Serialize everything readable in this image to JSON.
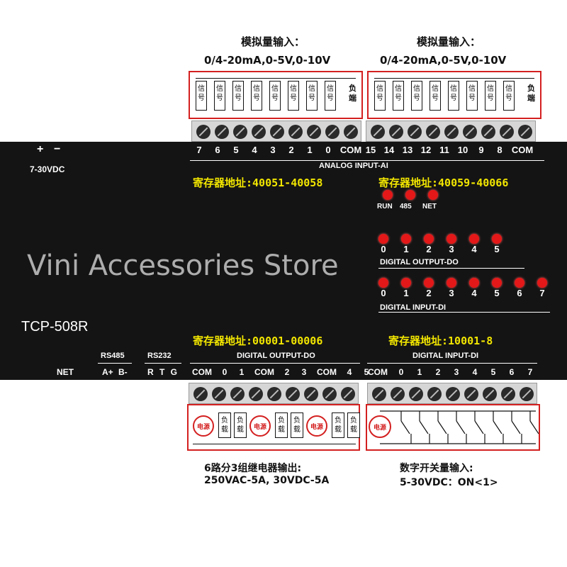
{
  "top": {
    "ai_title_left": "模拟量输入：",
    "ai_range_left": "0/4-20mA,0-5V,0-10V",
    "ai_title_right": "模拟量输入：",
    "ai_range_right": "0/4-20mA,0-5V,0-10V",
    "signal_label": [
      "信",
      "号"
    ],
    "load_end_label": [
      "负",
      "端"
    ]
  },
  "power": {
    "plus": "+",
    "minus": "−",
    "voltage": "7-30VDC"
  },
  "analog": {
    "left_terminals": [
      "7",
      "6",
      "5",
      "4",
      "3",
      "2",
      "1",
      "0",
      "COM"
    ],
    "right_terminals": [
      "15",
      "14",
      "13",
      "12",
      "11",
      "10",
      "9",
      "8",
      "COM"
    ],
    "label": "ANALOG INPUT-AI",
    "reg_left": "寄存器地址:40051-40058",
    "reg_right": "寄存器地址:40059-40066"
  },
  "status_leds": [
    "RUN",
    "485",
    "NET"
  ],
  "digital_output_leds": {
    "numbers": [
      "0",
      "1",
      "2",
      "3",
      "4",
      "5"
    ],
    "label": "DIGITAL OUTPUT-DO"
  },
  "digital_input_leds": {
    "numbers": [
      "0",
      "1",
      "2",
      "3",
      "4",
      "5",
      "6",
      "7"
    ],
    "label": "DIGITAL INPUT-DI"
  },
  "watermark": "Vini Accessories Store",
  "model": "TCP-508R",
  "bottom_left": {
    "reg": "寄存器地址:00001-00006",
    "label": "DIGITAL OUTPUT-DO",
    "net": "NET",
    "rs485": "RS485",
    "rs485_pins": "A+ B-",
    "rs232": "RS232",
    "rs232_pins": "R T G",
    "terminals": [
      "COM",
      "0",
      "1",
      "COM",
      "2",
      "3",
      "COM",
      "4",
      "5"
    ]
  },
  "bottom_right": {
    "reg": "寄存器地址:10001-8",
    "label": "DIGITAL INPUT-DI",
    "terminals": [
      "COM",
      "0",
      "1",
      "2",
      "3",
      "4",
      "5",
      "6",
      "7"
    ]
  },
  "relay": {
    "power_label": "电源",
    "load_label": [
      "负",
      "载"
    ],
    "desc1": "6路分3组继电器输出:",
    "desc2": "250VAC-5A, 30VDC-5A"
  },
  "di": {
    "power_label": "电源",
    "desc1": "数字开关量输入:",
    "desc2": "5-30VDC：ON<1>"
  },
  "colors": {
    "panel": "#141414",
    "accent_red": "#d42020",
    "register_yellow": "#f2e600",
    "com_blue": "#2aa8ff"
  }
}
